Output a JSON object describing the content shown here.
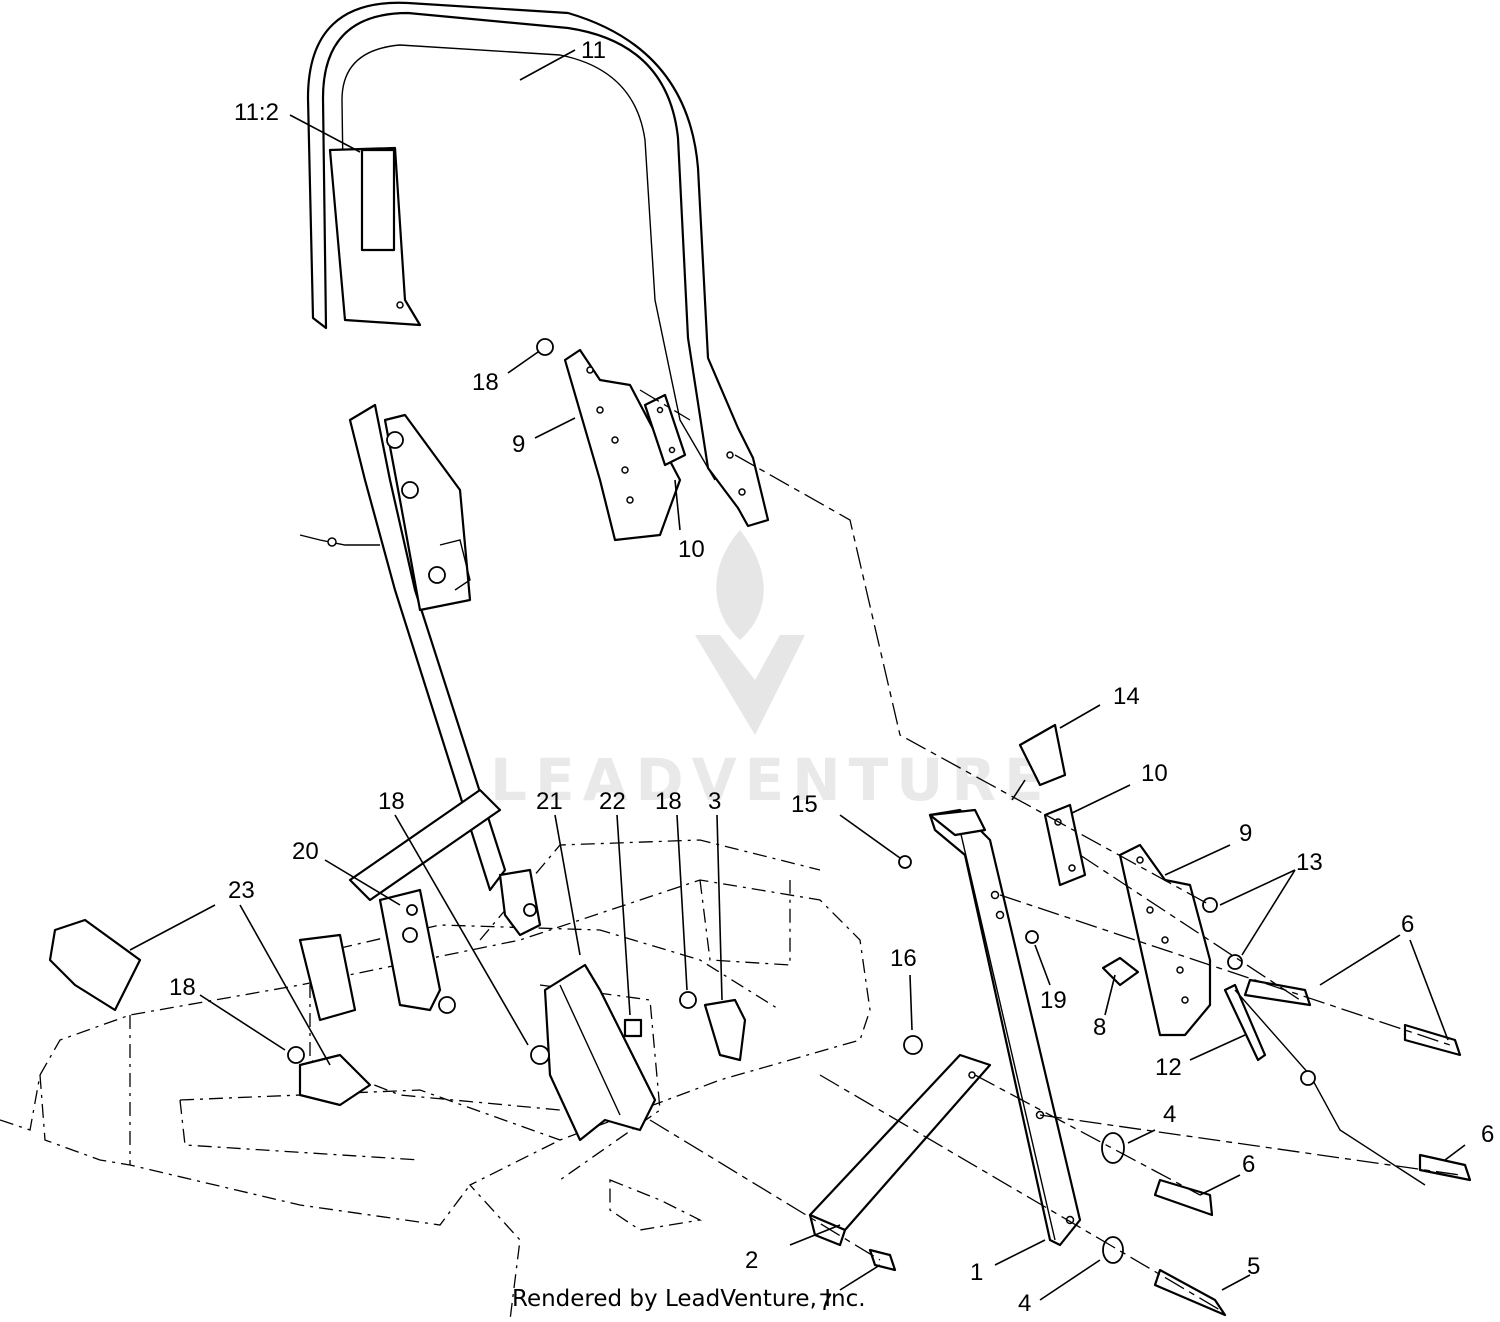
{
  "callouts": {
    "c1": "1",
    "c2": "2",
    "c3": "3",
    "c4a": "4",
    "c4b": "4",
    "c5": "5",
    "c6a": "6",
    "c6b": "6",
    "c6c": "6",
    "c7": "7",
    "c8": "8",
    "c9a": "9",
    "c9b": "9",
    "c10a": "10",
    "c10b": "10",
    "c11": "11",
    "c11_2": "11:2",
    "c12": "12",
    "c13": "13",
    "c14": "14",
    "c15": "15",
    "c16": "16",
    "c18a": "18",
    "c18b": "18",
    "c18c": "18",
    "c18d": "18",
    "c19": "19",
    "c20": "20",
    "c21": "21",
    "c22": "22",
    "c23": "23"
  },
  "watermark": {
    "text": "LEADVENTURE"
  },
  "footer": {
    "rendered_by": "Rendered by LeadVenture, Inc."
  },
  "colors": {
    "line": "#000000",
    "background": "#ffffff",
    "watermark": "#e6e6e6"
  }
}
